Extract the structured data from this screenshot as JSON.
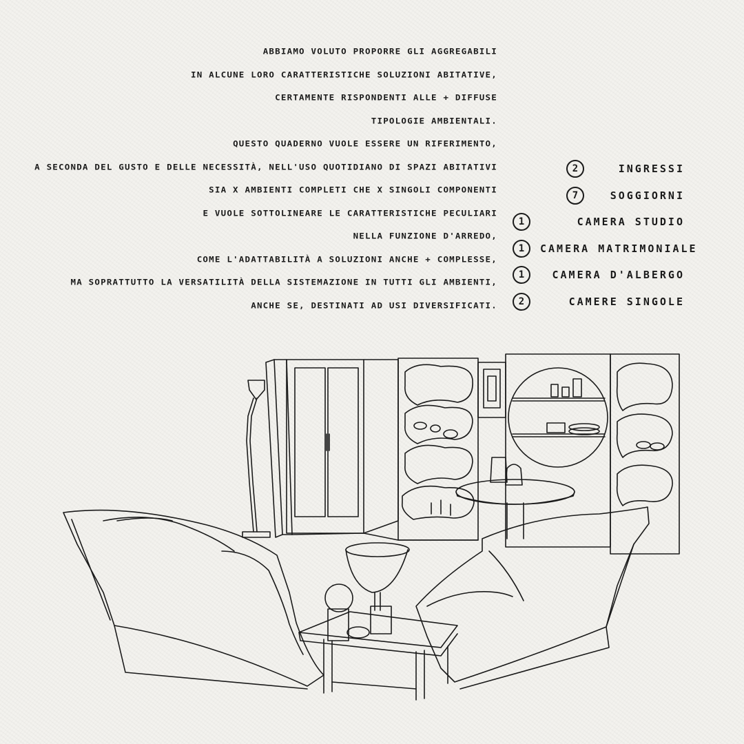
{
  "intro_lines": [
    "ABBIAMO VOLUTO PROPORRE GLI AGGREGABILI",
    "IN ALCUNE LORO CARATTERISTICHE SOLUZIONI ABITATIVE,",
    "CERTAMENTE RISPONDENTI ALLE + DIFFUSE",
    "TIPOLOGIE AMBIENTALI.",
    "QUESTO QUADERNO VUOLE ESSERE UN RIFERIMENTO,",
    "A SECONDA DEL GUSTO E DELLE NECESSITÀ, NELL'USO QUOTIDIANO DI SPAZI ABITATIVI",
    "SIA X AMBIENTI COMPLETI CHE X SINGOLI COMPONENTI",
    "E VUOLE SOTTOLINEARE LE CARATTERISTICHE PECULIARI",
    "NELLA FUNZIONE D'ARREDO,",
    "COME L'ADATTABILITÀ A SOLUZIONI ANCHE + COMPLESSE,",
    "MA SOPRATTUTTO LA VERSATILITÀ DELLA SISTEMAZIONE IN TUTTI GLI AMBIENTI,",
    "ANCHE SE, DESTINATI AD USI DIVERSIFICATI."
  ],
  "index": [
    {
      "count": "2",
      "label": "INGRESSI"
    },
    {
      "count": "7",
      "label": "SOGGIORNI"
    },
    {
      "count": "1",
      "label": "CAMERA STUDIO"
    },
    {
      "count": "1",
      "label": "CAMERA MATRIMONIALE"
    },
    {
      "count": "1",
      "label": "CAMERA D'ALBERGO"
    },
    {
      "count": "2",
      "label": "CAMERE SINGOLE"
    }
  ],
  "colors": {
    "ink": "#1a1a1a",
    "paper": "#f3f2ee"
  }
}
